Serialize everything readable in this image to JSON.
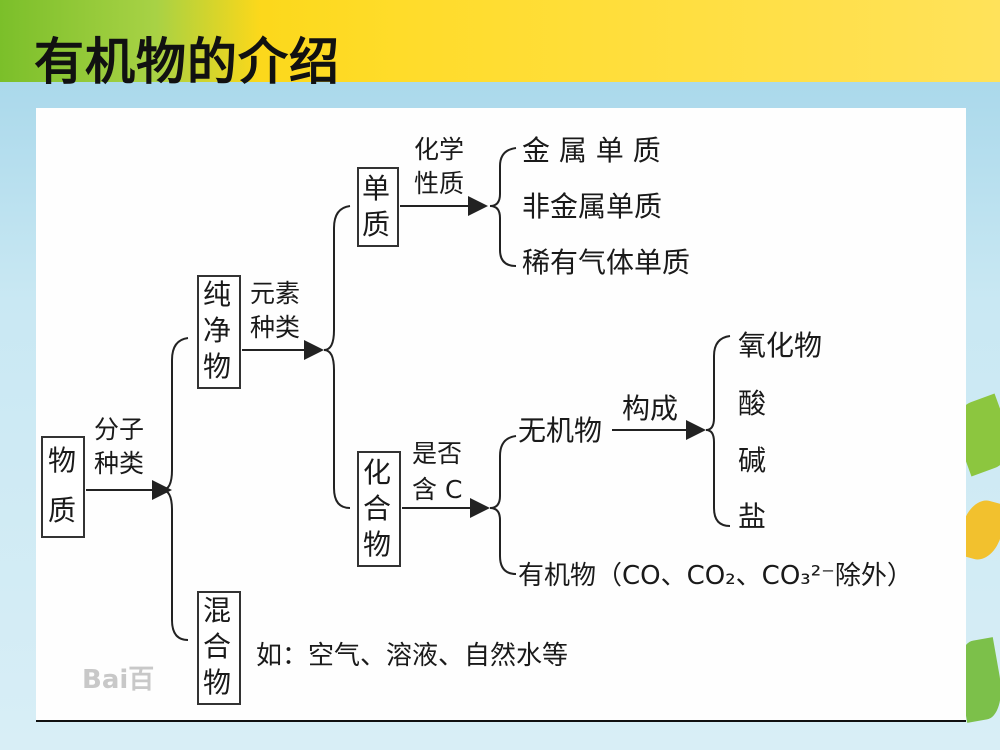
{
  "slide": {
    "title": "有机物的介绍",
    "watermark": "Bai百",
    "colors": {
      "band": "#f6d100",
      "leaf": "#8cc63f",
      "text": "#1a1a1a"
    }
  },
  "diagram": {
    "root": "物质",
    "edge_root": [
      "分子",
      "种类"
    ],
    "pure": "纯净物",
    "mixture": "混合物",
    "mixture_examples": "如：空气、溶液、自然水等",
    "edge_pure": [
      "元素",
      "种类"
    ],
    "element": "单质",
    "edge_element": [
      "化学",
      "性质"
    ],
    "element_kinds": [
      "金 属 单 质",
      "非金属单质",
      "稀有气体单质"
    ],
    "compound": "化合物",
    "edge_compound": [
      "是否",
      "含 C"
    ],
    "inorganic": "无机物",
    "edge_inorganic": "构成",
    "inorganic_kinds": [
      "氧化物",
      "酸",
      "碱",
      "盐"
    ],
    "organic": "有机物（CO、CO₂、CO₃²⁻除外）"
  }
}
